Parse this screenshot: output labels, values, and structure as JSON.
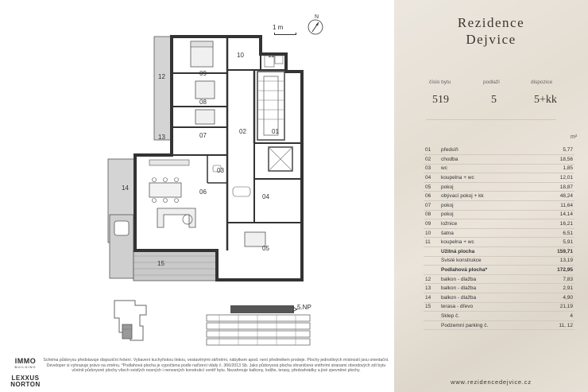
{
  "scale": {
    "label": "1 m"
  },
  "north": {
    "label": "N"
  },
  "plan_labels": [
    "09",
    "08",
    "07",
    "06",
    "05",
    "04",
    "03",
    "02",
    "01",
    "10",
    "11",
    "12",
    "13",
    "14",
    "15"
  ],
  "floor_label": "5.NP",
  "disclaimer": "Schéma půdorysu představuje dispoziční řešení. Vybavení kuchyňskou linkou, vestavěnými skříněmi, nábytkem apod. není předmětem prodeje. Plochy jednotlivých místností jsou orientační. Developer si vyhrazuje právo na změnu. *Podlahová plocha je vypočtena podle nařízení vlády č. 366/2013 Sb. Jako půdorysná plocha ohraničená vnitřními stranami obvodových zdí bytu včetně půdorysné plochy všech svislých nosných i nenosných konstrukcí uvnitř bytu. Nezahrnuje balkony, lodžie, terasy, předzahrádky a jiné zpevněné plochy.",
  "logos": {
    "immo": "IMMO",
    "immo_sub": "BUILDING",
    "lexxus": "LEXXUS",
    "norton": "NORTON"
  },
  "brand": {
    "line1": "Rezidence",
    "line2": "Dejvice"
  },
  "meta": {
    "unit_label": "číslo bytu",
    "unit_value": "519",
    "floor_label": "podlaží",
    "floor_value": "5",
    "layout_label": "dispozice",
    "layout_value": "5+kk"
  },
  "area_unit": "m²",
  "areas": [
    {
      "num": "01",
      "name": "předsíň",
      "value": "5,77"
    },
    {
      "num": "02",
      "name": "chodba",
      "value": "18,56"
    },
    {
      "num": "03",
      "name": "wc",
      "value": "1,85"
    },
    {
      "num": "04",
      "name": "koupelna + wc",
      "value": "12,01"
    },
    {
      "num": "05",
      "name": "pokoj",
      "value": "18,87"
    },
    {
      "num": "06",
      "name": "obývací pokoj + kk",
      "value": "48,24"
    },
    {
      "num": "07",
      "name": "pokoj",
      "value": "11,64"
    },
    {
      "num": "08",
      "name": "pokoj",
      "value": "14,14"
    },
    {
      "num": "09",
      "name": "ložnice",
      "value": "16,21"
    },
    {
      "num": "10",
      "name": "šatna",
      "value": "6,51"
    },
    {
      "num": "11",
      "name": "koupelna + wc",
      "value": "5,91"
    },
    {
      "num": "",
      "name": "Užitná plocha",
      "value": "159,71",
      "bold": true
    },
    {
      "num": "",
      "name": "Svislé konstrukce",
      "value": "13,19"
    },
    {
      "num": "",
      "name": "Podlahová plocha*",
      "value": "172,95",
      "bold": true
    },
    {
      "num": "12",
      "name": "balkon - dlažba",
      "value": "7,83"
    },
    {
      "num": "13",
      "name": "balkon - dlažba",
      "value": "2,91"
    },
    {
      "num": "14",
      "name": "balkon - dlažba",
      "value": "4,90"
    },
    {
      "num": "15",
      "name": "terasa - dřevo",
      "value": "21,19"
    },
    {
      "num": "",
      "name": "Sklep č.",
      "value": "4"
    },
    {
      "num": "",
      "name": "Podzemní parking č.",
      "value": "11, 12"
    }
  ],
  "website": "www.rezidencedejvice.cz"
}
